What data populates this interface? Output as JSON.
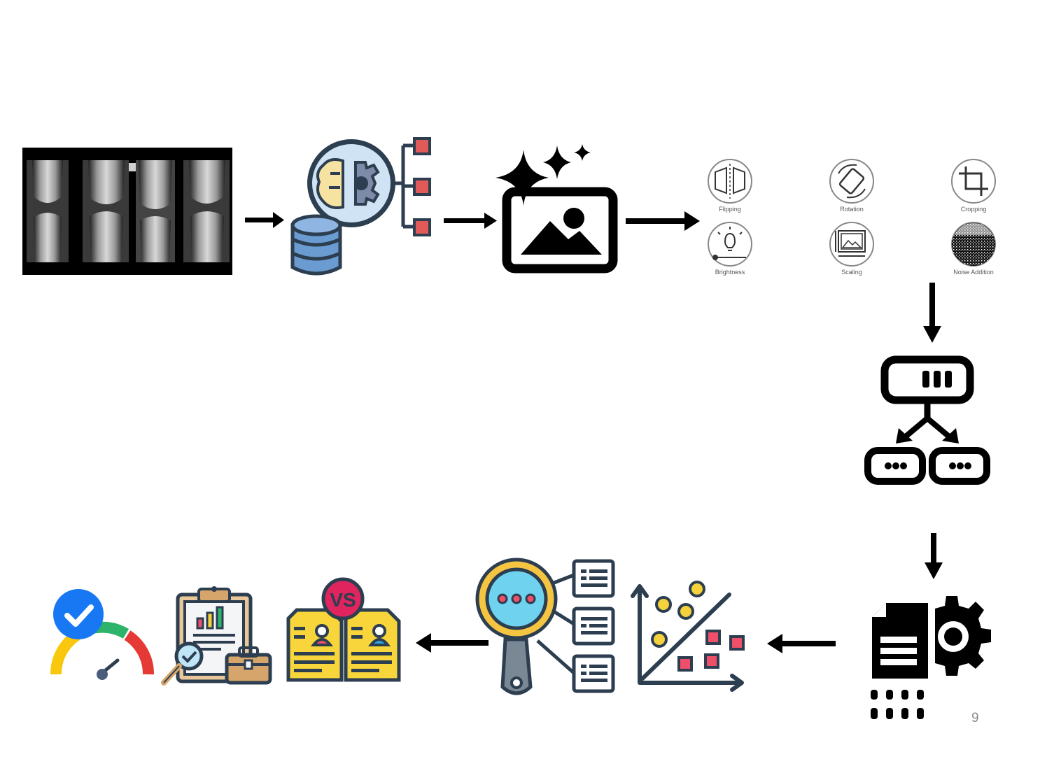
{
  "augmentation": {
    "items": [
      {
        "label": "Flipping"
      },
      {
        "label": "Rotation"
      },
      {
        "label": "Cropping"
      },
      {
        "label": "Brightness"
      },
      {
        "label": "Scaling"
      },
      {
        "label": "Noise Addition"
      }
    ]
  },
  "comparison": {
    "badge": "VS"
  },
  "slide": {
    "page_number": "9"
  },
  "colors": {
    "arrow": "#000000",
    "navy": "#2c3e50",
    "blue_db": "#6a9bd1",
    "brain": "#f7e3a1",
    "red_box": "#e05a5a",
    "magnifier_glass": "#6fd3f0",
    "magnifier_ring": "#f5c542",
    "scatter_yellow": "#f5d23b",
    "scatter_red": "#f04f6a",
    "resume_yellow": "#f8d53a",
    "vs_red": "#e0245e",
    "check_blue": "#1877f2",
    "gauge_red": "#e53935",
    "gauge_green": "#2db36a",
    "gauge_yellow": "#f9c80e",
    "clipboard_tan": "#e8c89a"
  }
}
